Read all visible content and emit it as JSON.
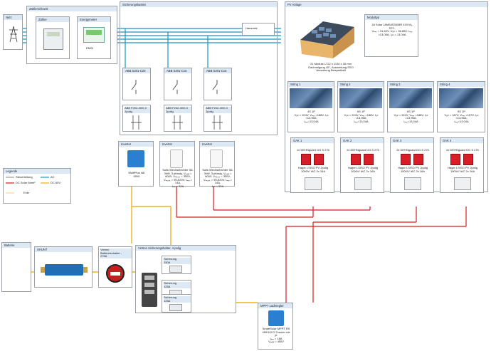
{
  "colors": {
    "ac": "#1e90c8",
    "dc_solar": "#d21f1f",
    "dc_60v": "#f0b020",
    "erde": "#f5d58a",
    "header": "#dce9f5"
  },
  "netz": {
    "title": "Netz",
    "icon": "power-pylon-icon"
  },
  "zaehlerschrank": {
    "title": "Zählerschrank",
    "zaehler_label": "Zähler",
    "energymeter_label": "Energymeter",
    "em_label": "EM24"
  },
  "sicherungskasten": {
    "title": "Sicherungskasten",
    "hausnetz_label": "Hausnetz",
    "breakers": [
      {
        "label": "ABB S201-C20"
      },
      {
        "label": "ABB S201-C16"
      },
      {
        "label": "ABB S201-C16"
      }
    ],
    "rcds": [
      {
        "label": "ABB F202-40/0,3\n2polig"
      },
      {
        "label": "ABB F202-40/0,3\n2polig"
      },
      {
        "label": "ABB F202-40/0,3\n2polig"
      }
    ]
  },
  "pv_anlage": {
    "title": "PV Anlage",
    "modul_title": "Modultyp",
    "modul_text": "JA Solar JAM54S30/MR 410 Wₚ\nSTC:\nVₘₚ = 31,52V; Vₒc = 36,85V; Iₘₚ\n=13,05A; Iₛc = 13,04A",
    "caption": "21 Module 1722 x 1134 x 30 mm\nDachneigung 45°, Ausrichtung SSO\nAnordnung Beispielhaft",
    "strings": [
      {
        "label": "String 1",
        "text": "4S 1P\nVₒc = 224V, Vₘₚ =188V, Iₛc =13,95A;\nIₘₚ=13,04A"
      },
      {
        "label": "String 2",
        "text": "6S 1P\nVₒc = 224V, Vₘₚ =188V, Iₛc =13,95A;\nIₘₚ=13,04A"
      },
      {
        "label": "String 3",
        "text": "6S 1P\nVₒc = 224V, Vₘₚ =188V, Iₛc =13,95A;\nIₘₚ=13,04A"
      },
      {
        "label": "String 4",
        "text": "5S 1P\nVₒc = 187V, Vₘₚ =157V, Iₛc =13,95A;\nIₘₚ=13,04A"
      }
    ],
    "gak": [
      {
        "label": "GAK 1",
        "spd": "2x DEHNguard DG S 275",
        "iso": "Hager LSISO PV 2polig\n1000V/ IAC 2x 16A"
      },
      {
        "label": "GAK 2",
        "spd": "2x DEHNguard DG S 275",
        "iso": "Hager LSISO PV 2polig\n1000V/ IAC 2x 16A"
      },
      {
        "label": "GAK 3",
        "spd": "2x DEHNguard DG S 275",
        "iso": "Hager LSISO PV 2polig\n1000V/ IAC 2x 16A"
      },
      {
        "label": "GAK 4",
        "spd": "2x DEHNguard DG S 275",
        "iso": "Hager LSISO PV 2polig\n1000V/ IAC 2x 16A"
      }
    ]
  },
  "inverters": [
    {
      "title": "Inverter",
      "text": "MultiPlus 48/\n5000"
    },
    {
      "title": "Inverter",
      "text": "Solis Wechselrichter S6-\n3kW, 3 phasig, Vₘₐₓ =\n600V, Vₘₚₚₜ = 300V,\nVₘₚₚₜ = 90-520V, Iₘₚ =\n14A,\nIₛc = 22A"
    },
    {
      "title": "Inverter",
      "text": "Solis Wechselrichter S6-\n3kW, 3 phasig, Vₘₐₓ =\n600V, Vₘₚₚₜ = 300V,\nVₘₚₚₜ = 90-520V, Iₘₚ =\n14A,\nIₛc = 22A"
    }
  ],
  "legend": {
    "title": "Legende",
    "items": [
      {
        "label": "Steuerleitung",
        "color": "#9aa0a6"
      },
      {
        "label": "AC",
        "color": "#1e90c8"
      },
      {
        "label": "DC Solar 6mm²",
        "color": "#d21f1f"
      },
      {
        "label": "DC 60V",
        "color": "#f0b020"
      },
      {
        "label": "Erde",
        "color": "#f5d58a"
      }
    ]
  },
  "batterie": {
    "title": "Batterie"
  },
  "shunt": {
    "title": "SHUNT"
  },
  "victron_switch": {
    "title": "Victron\nBatterieschalter -\n275A"
  },
  "victron_fuse": {
    "title": "Victron Sicherungshalter, 4-polig",
    "fuses": [
      {
        "label": "Sicherung\n250A"
      },
      {
        "label": "Sicherung\n125A"
      },
      {
        "label": "Sicherung\n125A"
      }
    ]
  },
  "mppt": {
    "title": "MPPT Laderegler",
    "text": "SmartSolar MPPT RS\n450/100 2-Tracker mit\nje\nIₘₚ = 18A\nVₘₐₓ = 450V"
  }
}
